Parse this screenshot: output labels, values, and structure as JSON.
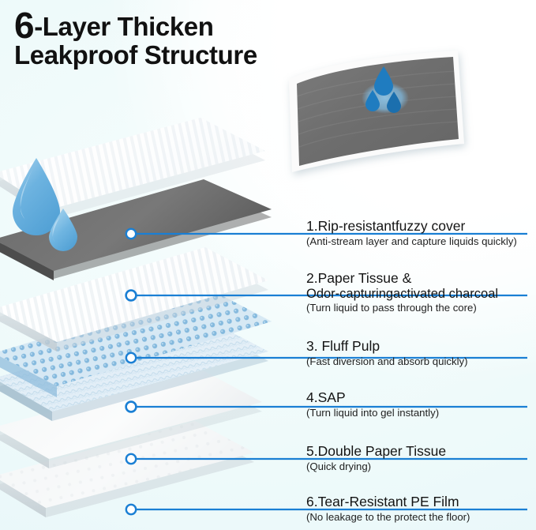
{
  "page": {
    "background_color": "#eefafa",
    "accent_color": "#1a7fd4",
    "text_color": "#141414"
  },
  "title": {
    "number": "6",
    "line1_rest": "-Layer Thicken",
    "line2": "Leakproof Structure"
  },
  "product_photo": {
    "pad_color": "#6f6f6f",
    "border_color": "#f4f4f4",
    "droplet_color": "#1f7cc0",
    "wet_patch_color": "#7fb8dd"
  },
  "layers": [
    {
      "id": 1,
      "number": "1.",
      "title": "1.Rip-resistantfuzzy cover",
      "subtitle": "(Anti-stream layer and capture liquids quickly)",
      "marker": "hollow",
      "color": "#f3f5f6"
    },
    {
      "id": 2,
      "number": "2.",
      "title": "2.Paper Tissue &",
      "title_line2": "Odor-capturingactivated charcoal",
      "subtitle": "(Turn liquid to pass through the core)",
      "marker": "filled",
      "color": "#6f6f6f"
    },
    {
      "id": 3,
      "number": "3.",
      "title": "3. Fluff Pulp",
      "subtitle": "(Fast diversion and absorb quickly)",
      "marker": "hollow",
      "color": "#ffffff"
    },
    {
      "id": 4,
      "number": "4.",
      "title": "4.SAP",
      "subtitle": "(Turn liquid into gel instantly)",
      "marker": "filled",
      "color": "#bdd9ec"
    },
    {
      "id": 5,
      "number": "5.",
      "title": "5.Double Paper Tissue",
      "subtitle": "(Quick drying)",
      "marker": "hollow",
      "color": "#eef2f4"
    },
    {
      "id": 6,
      "number": "6.",
      "title": "6.Tear-Resistant PE Film",
      "subtitle": "(No leakage to the protect the floor)",
      "marker": "hollow",
      "color": "#f7f7f7"
    }
  ]
}
